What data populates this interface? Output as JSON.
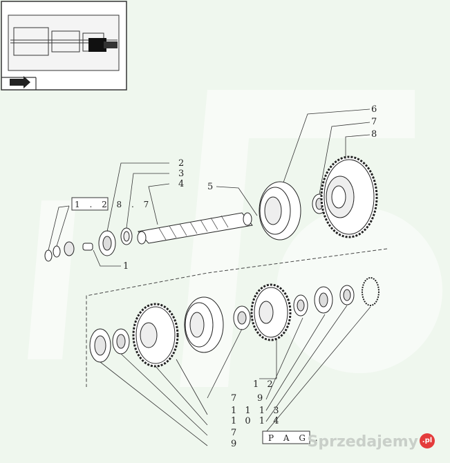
{
  "callouts": {
    "c1": "1",
    "c2": "2",
    "c3": "3",
    "c4": "4",
    "c5": "5",
    "c6": "6",
    "c7": "7",
    "c8": "8",
    "c12": "1 2",
    "c9": "9",
    "c7b": "7",
    "c1113": "1 1 1 3",
    "c1014": "1 0 1 4",
    "c7c": "7",
    "c9b": "9"
  },
  "ref_box": "1 . 2 8 . 7",
  "pag_box": "P A G .",
  "watermark": {
    "text": "Sprzedajemy",
    "badge": ".pl"
  },
  "colors": {
    "background": "#eff7ee",
    "ink": "#222222",
    "part": "#ffffff",
    "shade": "#d8ddd8"
  }
}
